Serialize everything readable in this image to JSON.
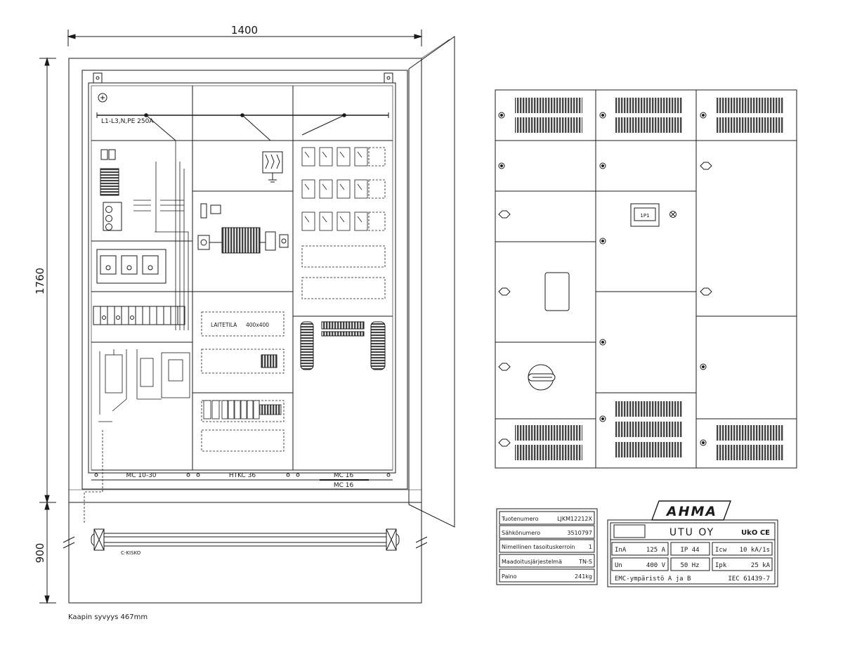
{
  "dimensions": {
    "width": "1400",
    "height_cabinet": "1760",
    "height_base": "900"
  },
  "busbar_label": "L1-L3,N,PE 250A",
  "equipment_labels": {
    "laitetila": "LAITETILA",
    "laitetila_size": "400x400",
    "c_kisko": "C-KISKO"
  },
  "frame_labels": {
    "mc_left": "MC 10-30",
    "htkc": "HTKC 36",
    "mc_right_top": "MC 16",
    "mc_right_bottom": "MC 16"
  },
  "depth_note": "Kaapin syvyys 467mm",
  "meter_label": "1P1",
  "product_table": [
    {
      "label": "Tuotenumero",
      "value": "LJKM12212X"
    },
    {
      "label": "Sähkönumero",
      "value": "3510797"
    },
    {
      "label": "Nimellinen tasoituskerroin",
      "value": "1"
    },
    {
      "label": "Maadoitusjärjestelmä",
      "value": "TN-S"
    },
    {
      "label": "Paino",
      "value": "241kg"
    }
  ],
  "nameplate": {
    "brand": "AHMA",
    "maker": "UTU OY",
    "marks": "UkO CE",
    "rows": [
      [
        {
          "l": "InA",
          "v": "125 A"
        },
        {
          "l": "IP 44",
          "v": ""
        },
        {
          "l": "Icw",
          "v": "10 kA/1s"
        }
      ],
      [
        {
          "l": "Un",
          "v": "400 V"
        },
        {
          "l": "50 Hz",
          "v": ""
        },
        {
          "l": "Ipk",
          "v": "25 kA"
        }
      ]
    ],
    "emc": "EMC-ympäristö A ja B",
    "standard": "IEC 61439-7"
  },
  "colors": {
    "line": "#1a1a1a",
    "hatch": "#3a3a3a",
    "paper": "#ffffff"
  }
}
